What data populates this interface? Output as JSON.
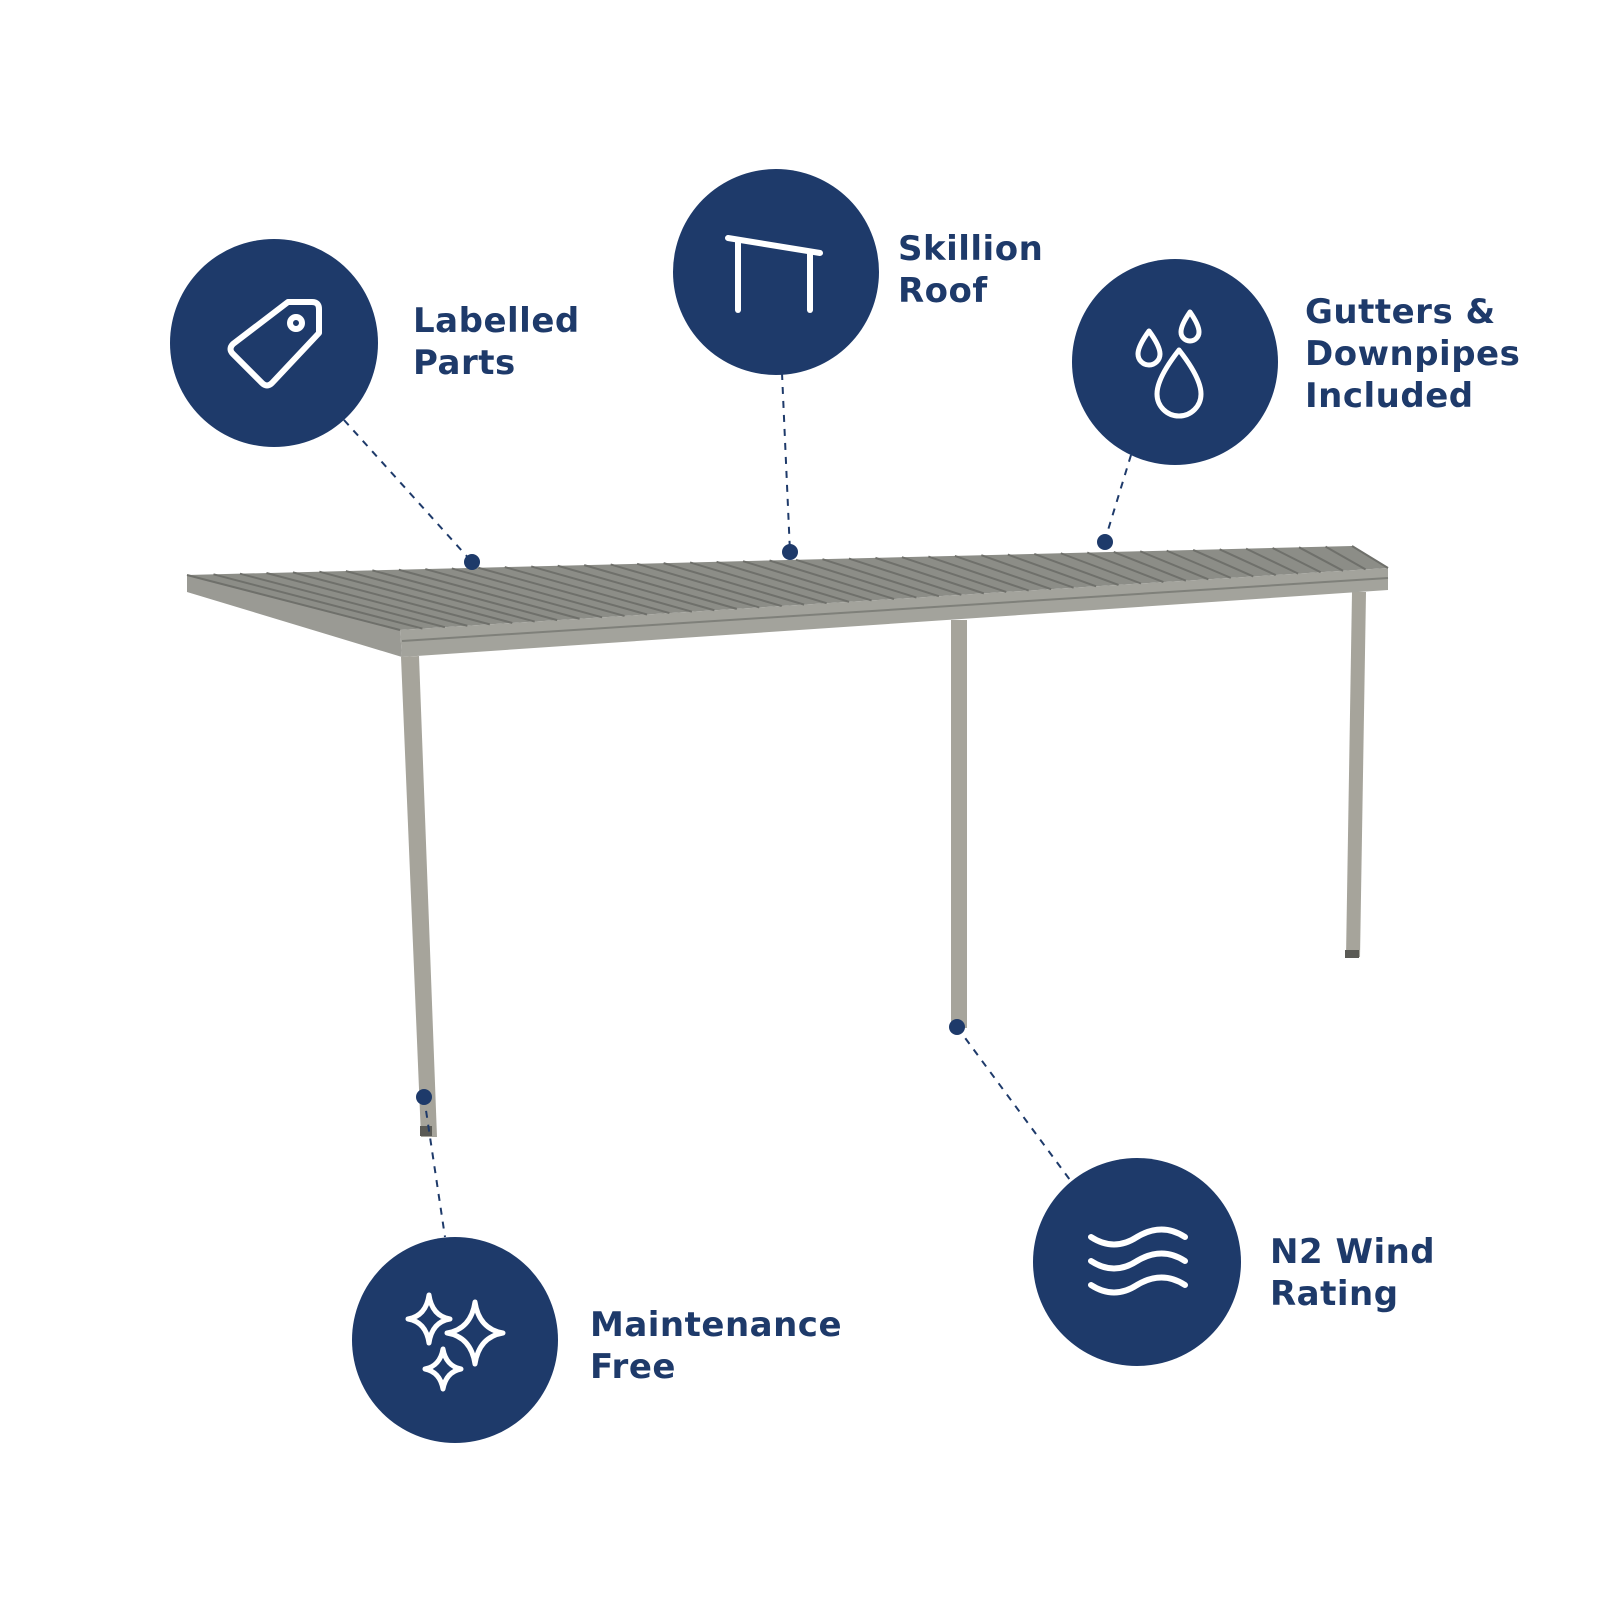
{
  "colors": {
    "brand_navy": "#1e3a6a",
    "icon_white": "#ffffff",
    "frame_grey": "#a6a49b",
    "roof_grey": "#8c8d87",
    "roof_dark": "#6f706b"
  },
  "features": {
    "labelled_parts": {
      "icon": "price-tag-icon",
      "line1": "Labelled",
      "line2": "Parts"
    },
    "skillion_roof": {
      "icon": "skillion-roof-icon",
      "line1": "Skillion",
      "line2": "Roof"
    },
    "gutters": {
      "icon": "water-drops-icon",
      "line1": "Gutters &",
      "line2": "Downpipes",
      "line3": "Included"
    },
    "maintenance": {
      "icon": "sparkles-icon",
      "line1": "Maintenance",
      "line2": "Free"
    },
    "wind": {
      "icon": "wind-waves-icon",
      "line1": "N2 Wind",
      "line2": "Rating"
    }
  }
}
